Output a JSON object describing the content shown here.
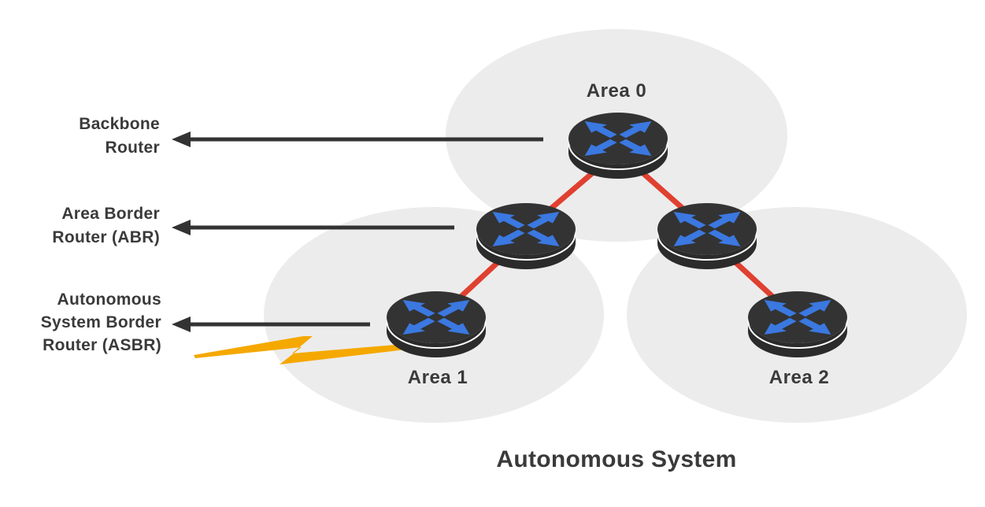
{
  "diagram": {
    "title": "Autonomous System",
    "areas": [
      {
        "name": "area-0",
        "label": "Area 0"
      },
      {
        "name": "area-1",
        "label": "Area 1"
      },
      {
        "name": "area-2",
        "label": "Area 2"
      }
    ],
    "callouts": [
      {
        "name": "backbone-router",
        "lines": [
          "Backbone",
          "Router"
        ]
      },
      {
        "name": "area-border-router",
        "lines": [
          "Area Border",
          "Router (ABR)"
        ]
      },
      {
        "name": "asbr-router",
        "lines": [
          "Autonomous",
          "System Border",
          "Router (ASBR)"
        ]
      }
    ],
    "routers": [
      {
        "name": "backbone-router"
      },
      {
        "name": "area-border-router-left"
      },
      {
        "name": "area-border-router-right"
      },
      {
        "name": "asbr-router"
      },
      {
        "name": "area-2-router"
      }
    ],
    "icons": {
      "router": "crossed-arrows-router-cylinder",
      "lightning": "lightning-bolt",
      "callout_arrow": "left-arrow"
    },
    "colors": {
      "background": "#FFFFFF",
      "area_fill": "#ECECEC",
      "router_top": "#333333",
      "router_side": "#2B2B2B",
      "router_rim": "#FFFFFF",
      "arrow_blue": "#3B78E0",
      "link_red": "#E04030",
      "callout_dark": "#333333",
      "lightning_amber": "#F5A800",
      "text_dark": "#3A3A3A"
    }
  }
}
